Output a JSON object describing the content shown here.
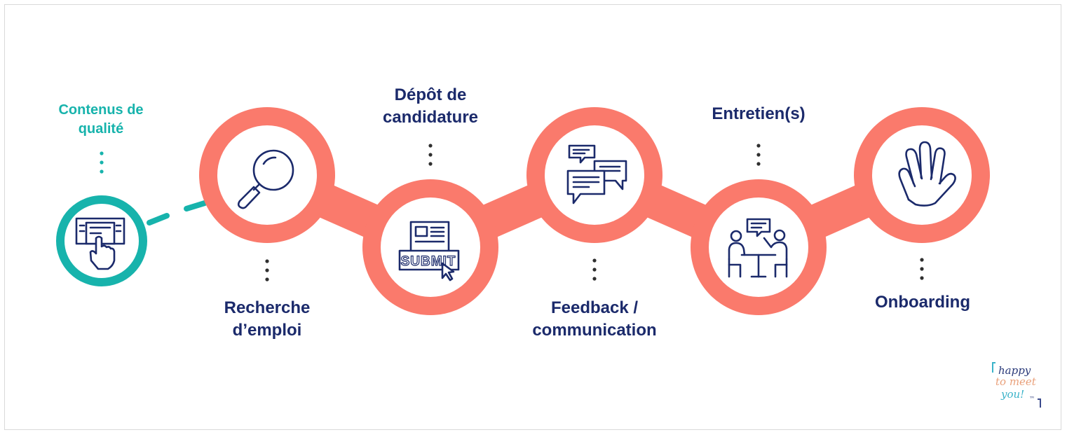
{
  "steps": [
    {
      "label": "Contenus de qualité",
      "icon": "touch-screen-icon"
    },
    {
      "label": "Recherche d’emploi",
      "icon": "magnifier-icon"
    },
    {
      "label": "Dépôt de candidature",
      "icon": "submit-form-icon"
    },
    {
      "label": "Feedback / communication",
      "icon": "chat-bubbles-icon"
    },
    {
      "label": "Entretien(s)",
      "icon": "interview-icon"
    },
    {
      "label": "Onboarding",
      "icon": "waving-hand-icon"
    }
  ],
  "submit_text": "SUBMIT",
  "logo": {
    "line1": "happy",
    "line2": "to meet",
    "line3": "you!",
    "mark": "™"
  },
  "colors": {
    "coral": "#fa7a6c",
    "teal": "#17b3ac",
    "navy": "#1b2a6b"
  }
}
